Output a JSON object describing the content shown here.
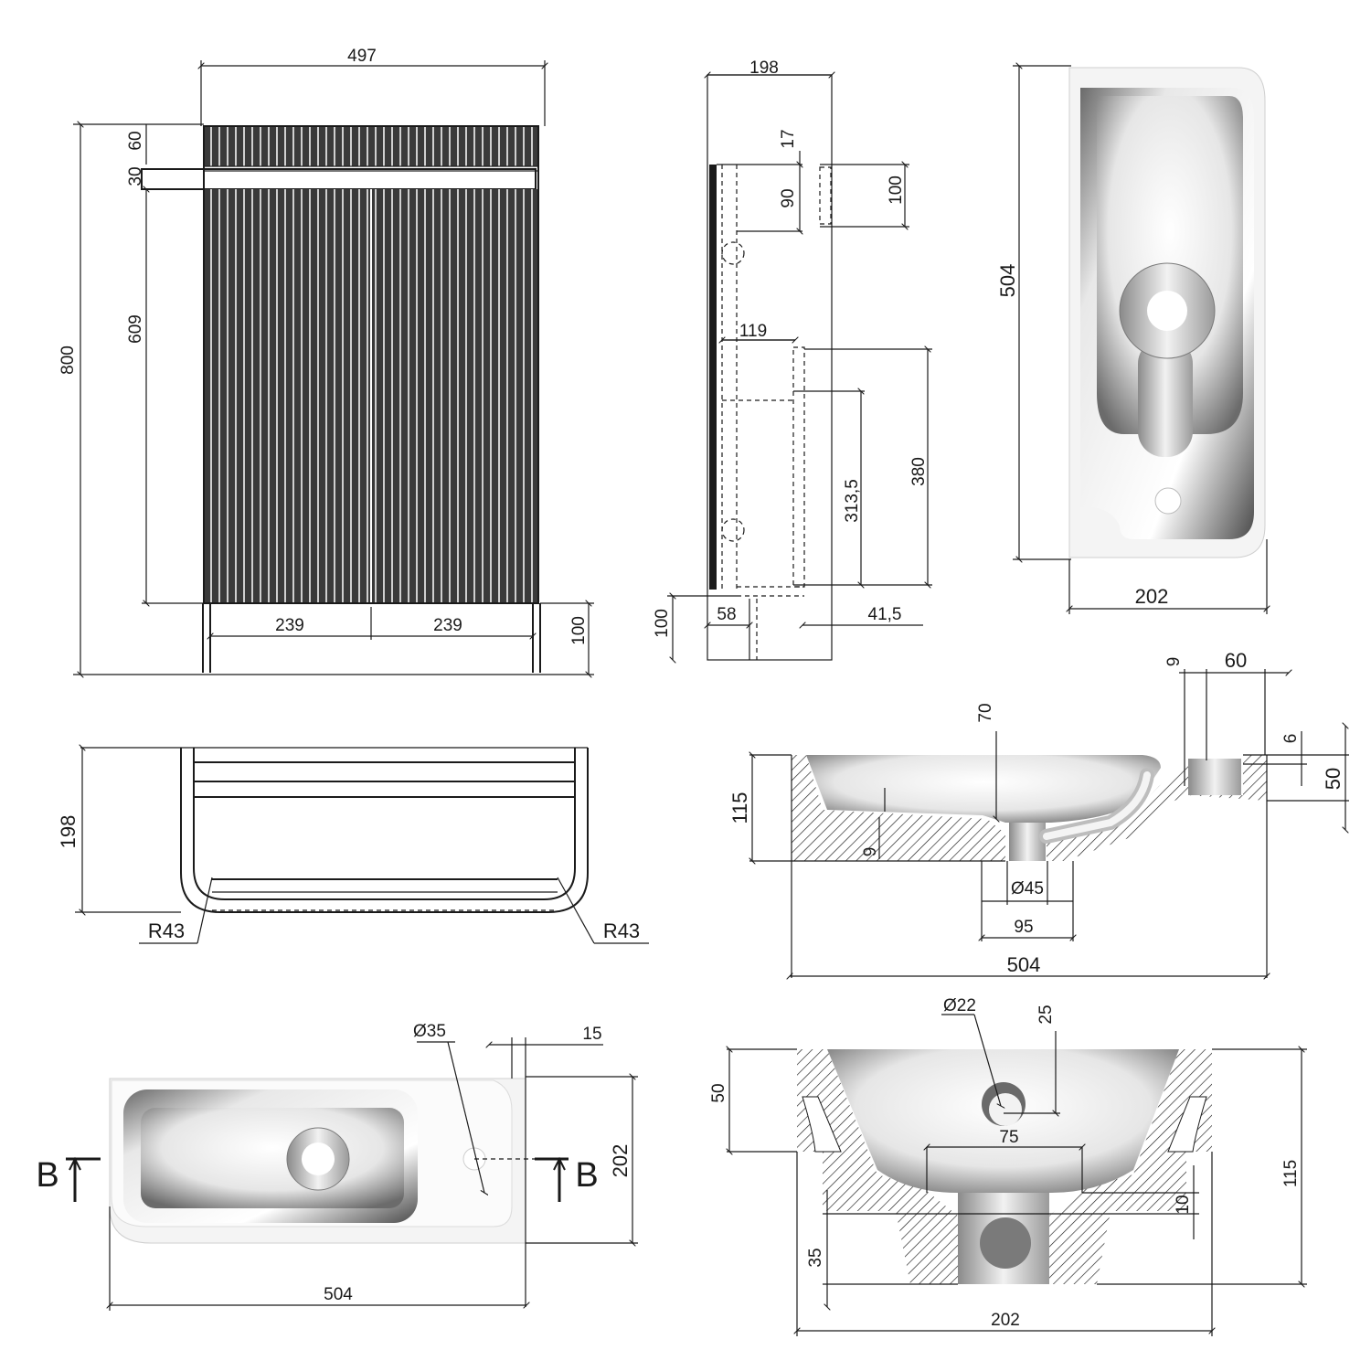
{
  "views": {
    "front": {
      "dims": {
        "width_top": "497",
        "height_total": "800",
        "top_band": "60",
        "towel_bar": "30",
        "door_height": "609",
        "door_left_width": "239",
        "door_right_width": "239",
        "leg_height": "100"
      }
    },
    "side": {
      "dims": {
        "depth": "198",
        "drawer_gap": "17",
        "rail_height": "90",
        "bracket_height": "100",
        "inner_offset": "119",
        "inner_height": "313,5",
        "outer_height": "380",
        "foot_depth": "58",
        "foot_height": "100",
        "back_offset": "41,5"
      }
    },
    "basin_top": {
      "dims": {
        "length": "504",
        "width": "202"
      }
    },
    "cabinet_top": {
      "dims": {
        "depth": "198",
        "radius_left": "R43",
        "radius_right": "R43"
      }
    },
    "section_long": {
      "dims": {
        "wall_depth": "70",
        "height": "115",
        "bottom_thickness": "9",
        "tap_offset": "9",
        "tap_width": "60",
        "rim_step": "6",
        "rim_height": "50",
        "drain_diameter": "Ø45",
        "drain_width": "95",
        "length": "504"
      }
    },
    "basin_plan": {
      "dims": {
        "tap_hole": "Ø35",
        "edge_offset": "15",
        "width": "202",
        "length": "504"
      },
      "section_marker_left": "B",
      "section_marker_right": "B"
    },
    "section_cross": {
      "dims": {
        "overflow_diameter": "Ø22",
        "overflow_height": "25",
        "rim_height": "50",
        "drain_spacing": "75",
        "bottom_step": "10",
        "outlet_height": "35",
        "height": "115",
        "width": "202"
      }
    }
  }
}
